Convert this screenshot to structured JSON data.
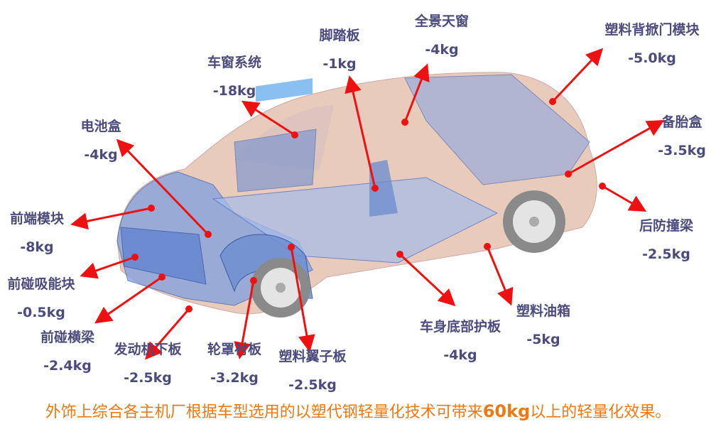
{
  "parts": [
    {
      "name": "车窗系统",
      "weight": "-18kg"
    },
    {
      "name": "脚踏板",
      "weight": "-1kg"
    },
    {
      "name": "全景天窗",
      "weight": "-4kg"
    },
    {
      "name": "塑料背掀门模块",
      "weight": "-5.0kg"
    },
    {
      "name": "备胎盒",
      "weight": "-3.5kg"
    },
    {
      "name": "后防撞梁",
      "weight": "-2.5kg"
    },
    {
      "name": "电池盒",
      "weight": "-4kg"
    },
    {
      "name": "前端模块",
      "weight": "-8kg"
    },
    {
      "name": "前碰吸能块",
      "weight": "-0.5kg"
    },
    {
      "name": "前碰横梁",
      "weight": "-2.4kg"
    },
    {
      "name": "发动机下板",
      "weight": "-2.5kg"
    },
    {
      "name": "轮罩衬板",
      "weight": "-3.2kg"
    },
    {
      "name": "塑料翼子板",
      "weight": "-2.5kg"
    },
    {
      "name": "车身底部护板",
      "weight": "-4kg"
    },
    {
      "name": "塑料油箱",
      "weight": "-5kg"
    }
  ],
  "footer": {
    "prefix": "外饰上综合各主机厂根据车型选用的以塑代钢轻量化技术可带来",
    "highlight": "60kg",
    "suffix": "以上的轻量化效果。"
  },
  "colors": {
    "arrow": "#ee1111",
    "label": "#4b4b7e",
    "footer": "#f07810",
    "body": "#e8c9b8",
    "part": "#6f8fd0"
  }
}
